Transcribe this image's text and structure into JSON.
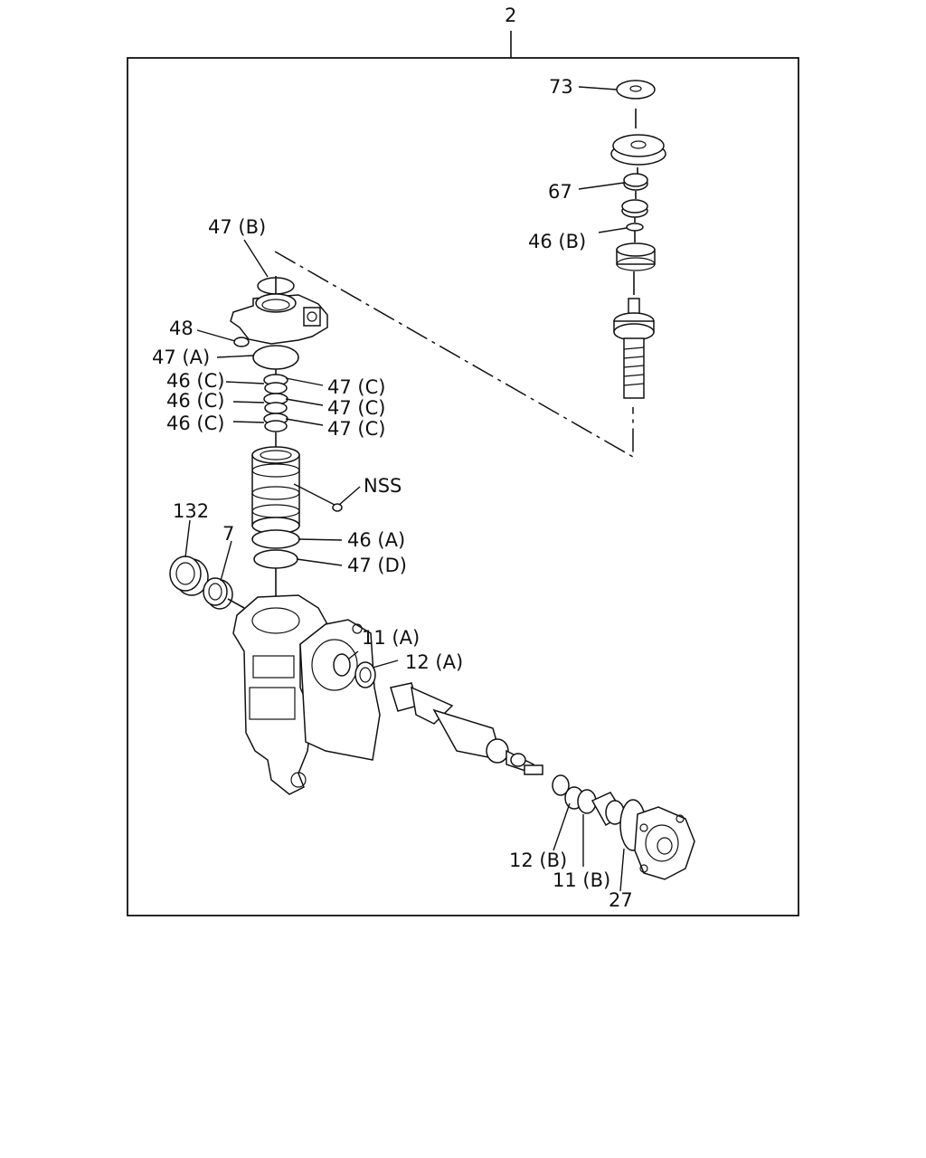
{
  "assembly_label": "2",
  "callouts": {
    "c73": "73",
    "c67": "67",
    "c46b": "46 (B)",
    "c47b": "47 (B)",
    "c48": "48",
    "c47a": "47 (A)",
    "c46c_1": "46 (C)",
    "c46c_2": "46 (C)",
    "c46c_3": "46 (C)",
    "c47c_1": "47 (C)",
    "c47c_2": "47 (C)",
    "c47c_3": "47 (C)",
    "nss": "NSS",
    "c132": "132",
    "c7": "7",
    "c46a": "46 (A)",
    "c47d": "47 (D)",
    "c11a": "11 (A)",
    "c12a": "12 (A)",
    "c12b": "12 (B)",
    "c11b": "11 (B)",
    "c27": "27"
  }
}
